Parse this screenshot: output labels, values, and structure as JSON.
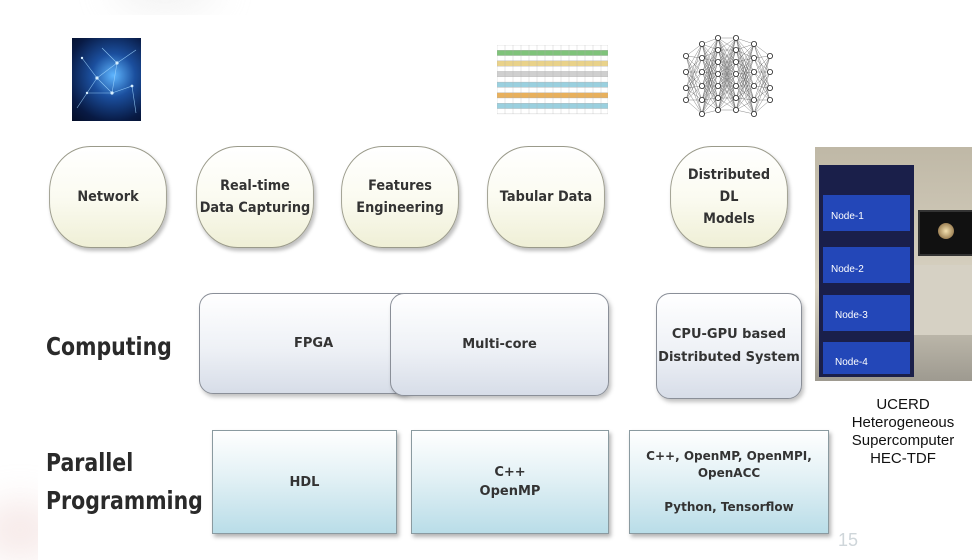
{
  "pipeline": [
    {
      "label": "Network"
    },
    {
      "label": "Real-time\nData Capturing"
    },
    {
      "label": "Features Engineering"
    },
    {
      "label": "Tabular Data"
    },
    {
      "label": "Distributed\nDL\nModels"
    }
  ],
  "computing": {
    "row_label": "Computing",
    "boxes": [
      {
        "label": "FPGA"
      },
      {
        "label": "Multi-core"
      },
      {
        "label": "CPU-GPU based\nDistributed  System"
      }
    ]
  },
  "programming": {
    "row_label": "Parallel\nProgramming",
    "boxes": [
      {
        "label": "HDL"
      },
      {
        "label": "C++\nOpenMP"
      },
      {
        "label": "C++, OpenMP, OpenMPI, OpenACC\n\nPython, Tensorflow"
      }
    ]
  },
  "supercomputer": {
    "nodes": [
      "Node-1",
      "Node-2",
      "Node-3",
      "Node-4"
    ],
    "caption": "UCERD\nHeterogeneous\nSupercomputer\nHEC-TDF"
  },
  "page_number": "15",
  "colors": {
    "pill_fill": "#f5f5e3",
    "computing_fill": "#e4e8ef",
    "programming_fill": "#cde8ef",
    "rack_blue": "#1f3fa0"
  },
  "icons": [
    "network-thumbnail",
    "spreadsheet-thumbnail",
    "neural-network-icon",
    "supercomputer-photo"
  ]
}
